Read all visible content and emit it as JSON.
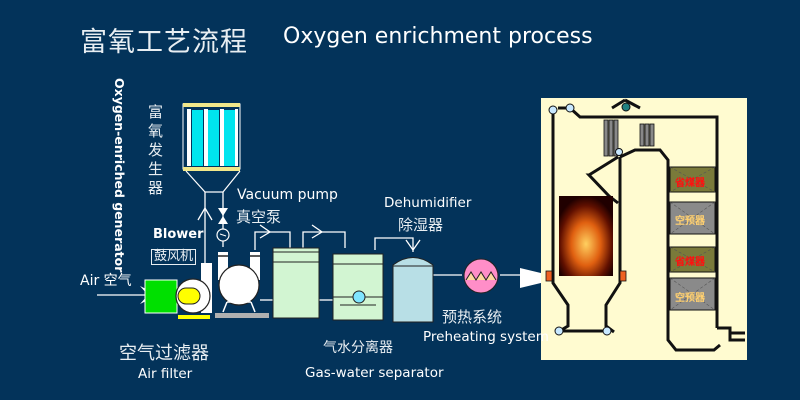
{
  "title": {
    "chinese": "富氧工艺流程",
    "english": "Oxygen enrichment process"
  },
  "components": {
    "oxygen_generator": {
      "english": "Oxygen-enriched generator",
      "chinese": "富氧发生器"
    },
    "blower": {
      "english": "Blower",
      "chinese": "鼓风机"
    },
    "air_inlet": {
      "label": "Air 空气"
    },
    "vacuum_pump": {
      "english": "Vacuum pump",
      "chinese": "真空泵"
    },
    "dehumidifier": {
      "english": "Dehumidifier",
      "chinese": "除湿器"
    },
    "preheating_system": {
      "english": "Preheating system",
      "chinese": "预热系统"
    },
    "air_filter": {
      "english": "Air filter",
      "chinese": "空气过滤器"
    },
    "gas_water_separator": {
      "english": "Gas-water separator",
      "chinese": "气水分离器"
    }
  },
  "boiler": {
    "sections": [
      {
        "label": "省煤器",
        "type": "economizer"
      },
      {
        "label": "空预器",
        "type": "air-preheater"
      },
      {
        "label": "省煤器",
        "type": "economizer"
      },
      {
        "label": "空预器",
        "type": "air-preheater"
      }
    ]
  },
  "colors": {
    "background": "#03335a",
    "boiler_panel": "#fffbd0",
    "filter": "#00e000",
    "blower_core": "#ffff00",
    "membrane": "#00e5ee",
    "tank": "#d2f5d2",
    "dehumidifier": "#b8dfe6",
    "preheater": "#ff8ec8",
    "economizer": "#7a7a3a",
    "air_preheater": "#8a8a8a",
    "economizer_text": "#ff1010",
    "air_preheater_text": "#ffd070"
  }
}
